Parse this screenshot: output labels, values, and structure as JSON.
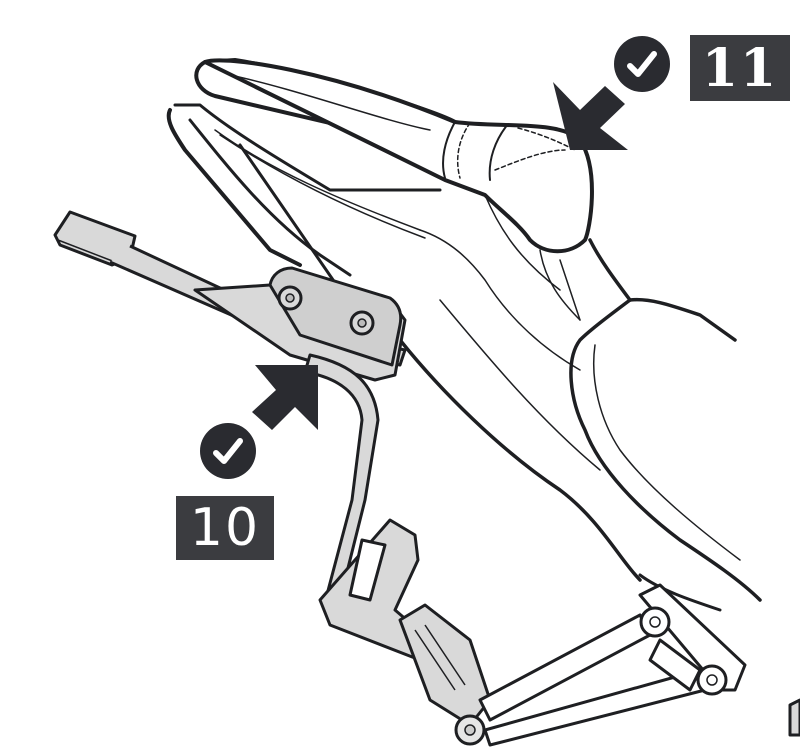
{
  "diagram": {
    "subject": "motorcycle rear seat and side pannier rack mounting",
    "steps": [
      {
        "number": "11",
        "status": "check",
        "target": "rear pillion seat cowl"
      },
      {
        "number": "10",
        "status": "check",
        "target": "rack mounting bracket with two bolts"
      }
    ],
    "icons": {
      "check": "check-circle-icon",
      "arrow": "pointer-arrow-icon"
    },
    "colors": {
      "label_box": "#3b3c40",
      "badge": "#2a2b30",
      "line": "#1e1f22",
      "metal_fill": "#d9d9d9",
      "background": "#ffffff"
    }
  }
}
